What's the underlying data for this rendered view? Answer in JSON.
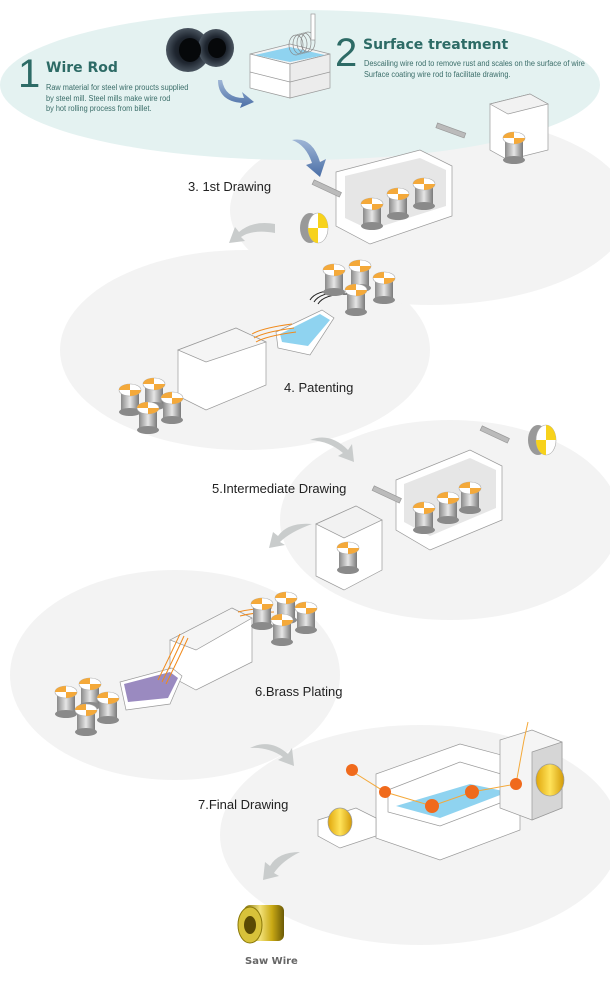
{
  "title": "Saw Wire Manufacturing Process",
  "colors": {
    "header_bg": "#e4f2f1",
    "stage_bg": "#f3f3f3",
    "heading_teal": "#2d6b66",
    "arrow_blue": "#5f7fae",
    "arrow_gray": "#c9cccc",
    "spool_orange": "#f4a93a",
    "spool_yellow": "#f7d21c",
    "water_blue": "#8fd3f0",
    "plating_purple": "#9a8ac0",
    "wire_orange": "#f08a1c"
  },
  "steps": [
    {
      "number": "1",
      "title": "Wire Rod",
      "description": [
        "Raw material for steel wire proucts supplied",
        "by steel mill. Steel mills make wire rod",
        "by hot rolling process from billet."
      ]
    },
    {
      "number": "2",
      "title": "Surface treatment",
      "description": [
        "Descailing wire rod to remove rust and scales on the surface of wire",
        "Surface coating wire rod to facilitate drawing."
      ]
    },
    {
      "label": "3. 1st Drawing"
    },
    {
      "label": "4. Patenting"
    },
    {
      "label": "5.Intermediate Drawing"
    },
    {
      "label": "6.Brass Plating"
    },
    {
      "label": "7.Final Drawing"
    }
  ],
  "final_product": {
    "label": "Saw Wire"
  }
}
